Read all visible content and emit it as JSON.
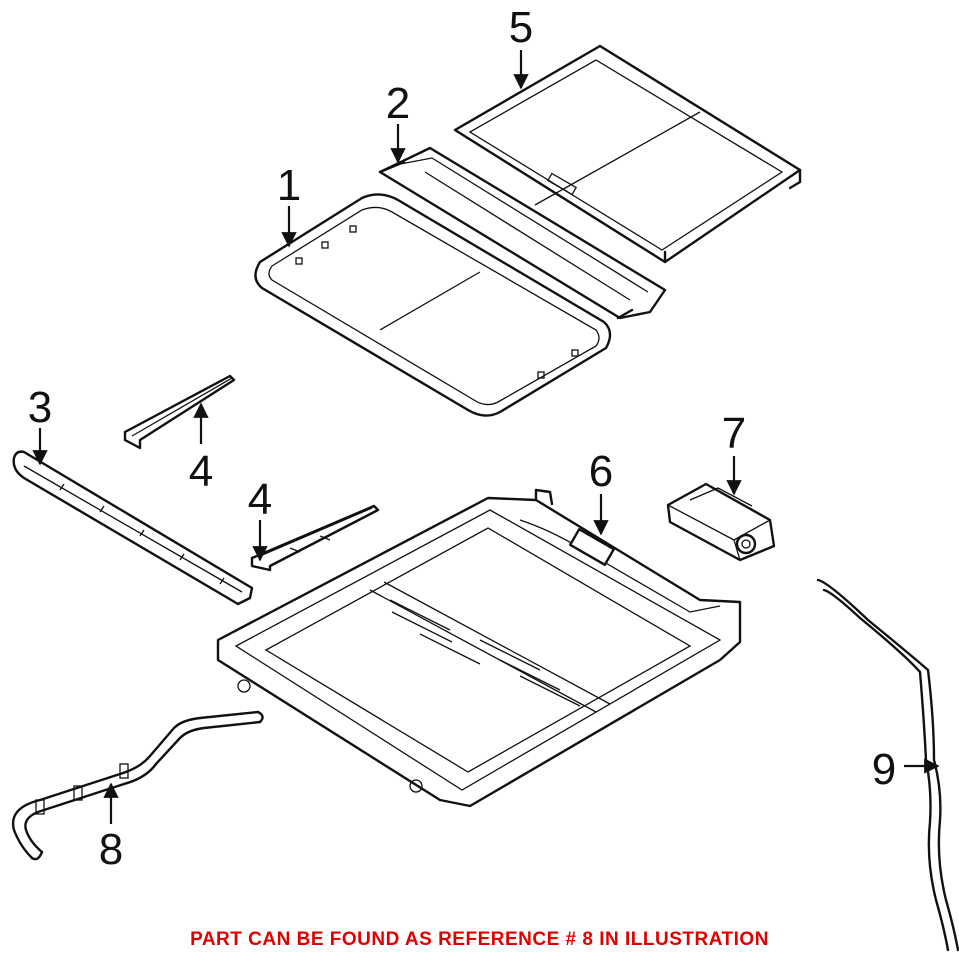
{
  "callouts": {
    "c1": "1",
    "c2": "2",
    "c3": "3",
    "c4a": "4",
    "c4b": "4",
    "c5": "5",
    "c6": "6",
    "c7": "7",
    "c8": "8",
    "c9": "9"
  },
  "footer_note": "PART CAN BE FOUND AS REFERENCE # 8 IN ILLUSTRATION",
  "colors": {
    "line": "#111111",
    "note": "#e00000",
    "background": "#ffffff"
  }
}
